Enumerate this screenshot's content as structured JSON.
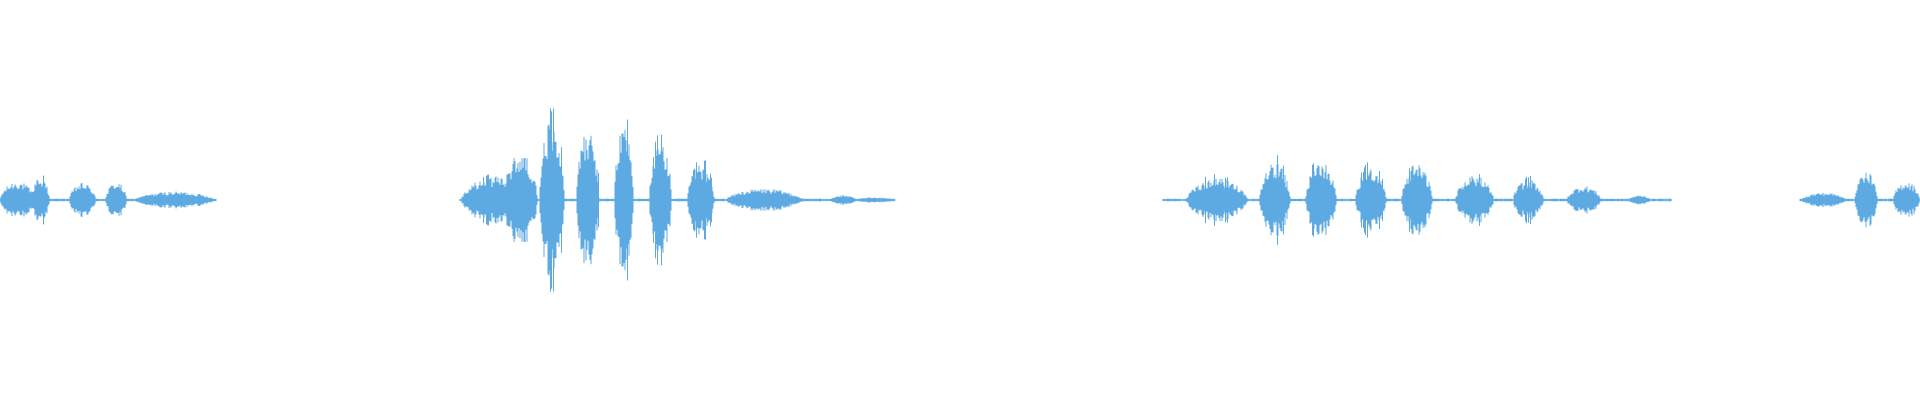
{
  "waveform": {
    "color": "#5DA9E1",
    "background": "#FFFFFF",
    "segments": [
      {
        "start": 0.0,
        "end": 0.112,
        "blobs": [
          [
            0.0,
            0.018,
            0.2
          ],
          [
            0.016,
            0.026,
            0.24
          ],
          [
            0.036,
            0.05,
            0.18
          ],
          [
            0.055,
            0.066,
            0.19
          ],
          [
            0.07,
            0.112,
            0.09
          ]
        ]
      },
      {
        "start": 0.24,
        "end": 0.466,
        "blobs": [
          [
            0.24,
            0.276,
            0.25
          ],
          [
            0.262,
            0.28,
            0.5
          ],
          [
            0.281,
            0.294,
            0.88
          ],
          [
            0.3,
            0.312,
            0.78
          ],
          [
            0.32,
            0.33,
            0.83
          ],
          [
            0.338,
            0.35,
            0.62
          ],
          [
            0.358,
            0.372,
            0.38
          ],
          [
            0.378,
            0.418,
            0.12
          ],
          [
            0.432,
            0.446,
            0.05
          ],
          [
            0.446,
            0.466,
            0.03
          ]
        ]
      },
      {
        "start": 0.606,
        "end": 0.87,
        "blobs": [
          [
            0.618,
            0.65,
            0.23
          ],
          [
            0.656,
            0.672,
            0.4
          ],
          [
            0.68,
            0.696,
            0.42
          ],
          [
            0.706,
            0.722,
            0.35
          ],
          [
            0.73,
            0.746,
            0.38
          ],
          [
            0.758,
            0.778,
            0.26
          ],
          [
            0.788,
            0.804,
            0.22
          ],
          [
            0.816,
            0.834,
            0.15
          ],
          [
            0.848,
            0.86,
            0.05
          ]
        ]
      },
      {
        "start": 0.938,
        "end": 1.0,
        "blobs": [
          [
            0.938,
            0.962,
            0.08
          ],
          [
            0.966,
            0.978,
            0.3
          ],
          [
            0.986,
            1.0,
            0.2
          ]
        ]
      }
    ]
  }
}
